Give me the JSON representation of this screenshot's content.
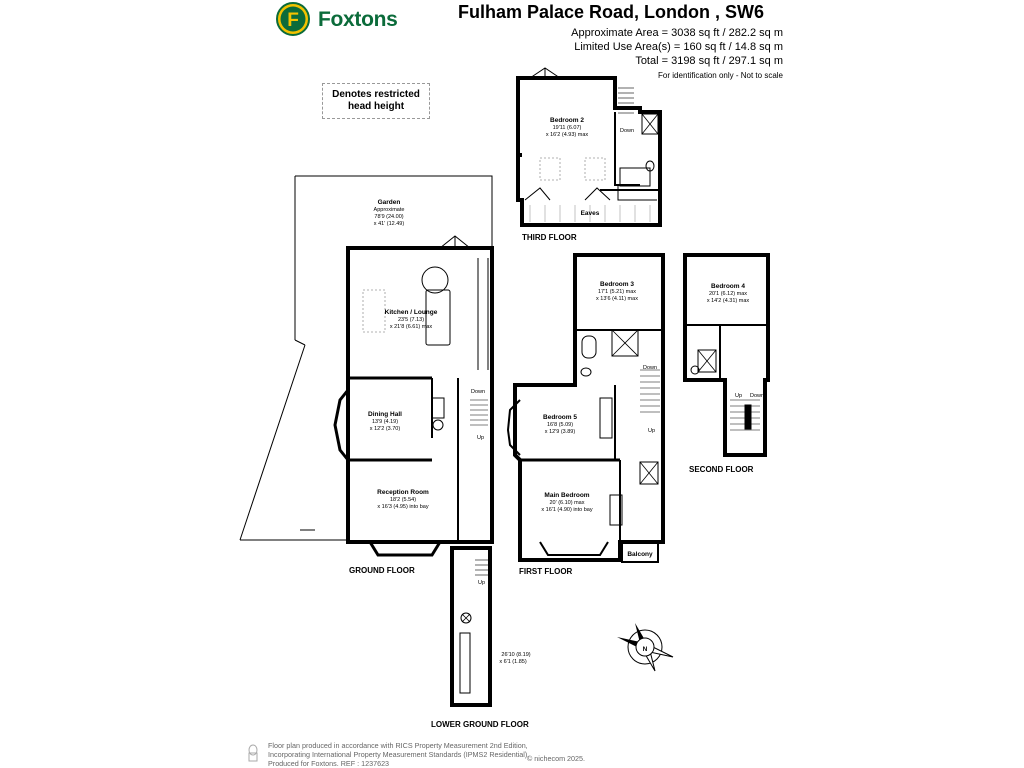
{
  "brand": {
    "name": "Foxtons",
    "logo_letter": "F",
    "color": "#0b6b3a"
  },
  "address": "Fulham Palace Road, London , SW6",
  "areas": {
    "approximate": "Approximate Area = 3038 sq ft / 282.2 sq m",
    "limited": "Limited Use Area(s) = 160 sq ft / 14.8 sq m",
    "total": "Total = 3198 sq ft / 297.1 sq m",
    "identification": "For identification only - Not to scale"
  },
  "restricted_note": "Denotes restricted head height",
  "floors": {
    "third": "THIRD FLOOR",
    "second": "SECOND FLOOR",
    "first": "FIRST FLOOR",
    "ground": "GROUND FLOOR",
    "lower_ground": "LOWER GROUND FLOOR"
  },
  "rooms": {
    "bedroom2": {
      "name": "Bedroom 2",
      "dim1": "19'11 (6.07)",
      "dim2": "x 16'2 (4.93) max"
    },
    "eaves": {
      "name": "Eaves"
    },
    "garden": {
      "name": "Garden",
      "dim1": "Approximate",
      "dim2": "78'9 (24.00)",
      "dim3": "x 41' (12.49)"
    },
    "kitchen": {
      "name": "Kitchen / Lounge",
      "dim1": "23'5 (7.13)",
      "dim2": "x 21'8 (6.61) max"
    },
    "dining": {
      "name": "Dining Hall",
      "dim1": "13'9 (4.19)",
      "dim2": "x 12'2 (3.70)"
    },
    "reception": {
      "name": "Reception Room",
      "dim1": "18'2 (5.54)",
      "dim2": "x 16'3 (4.95)  into bay"
    },
    "bedroom3": {
      "name": "Bedroom 3",
      "dim1": "17'1 (5.21) max",
      "dim2": "x 13'6 (4.11)  max"
    },
    "bedroom4": {
      "name": "Bedroom 4",
      "dim1": "20'1 (6.12) max",
      "dim2": "x 14'2 (4.31) max"
    },
    "bedroom5": {
      "name": "Bedroom 5",
      "dim1": "16'8 (5.09)",
      "dim2": "x 12'9 (3.89)"
    },
    "main_bedroom": {
      "name": "Main Bedroom",
      "dim1": "20' (6.10) max",
      "dim2": "x 16'1 (4.90) into bay"
    },
    "balcony": {
      "name": "Balcony"
    },
    "lower_room": {
      "dim1": "26'10 (8.19)",
      "dim2": "x 6'1 (1.85)"
    }
  },
  "stair_labels": {
    "down": "Down",
    "up": "Up"
  },
  "compass": {
    "letter": "N"
  },
  "footer": {
    "line1": "Floor plan produced in accordance with RICS Property Measurement 2nd Edition,",
    "line2": "Incorporating International Property Measurement Standards (IPMS2 Residential).",
    "line3": "Produced for Foxtons.   REF : 1237623",
    "copyright": "© nichecom 2025."
  },
  "colors": {
    "wall": "#000000",
    "brand": "#0b6b3a",
    "restricted": "#999999"
  }
}
